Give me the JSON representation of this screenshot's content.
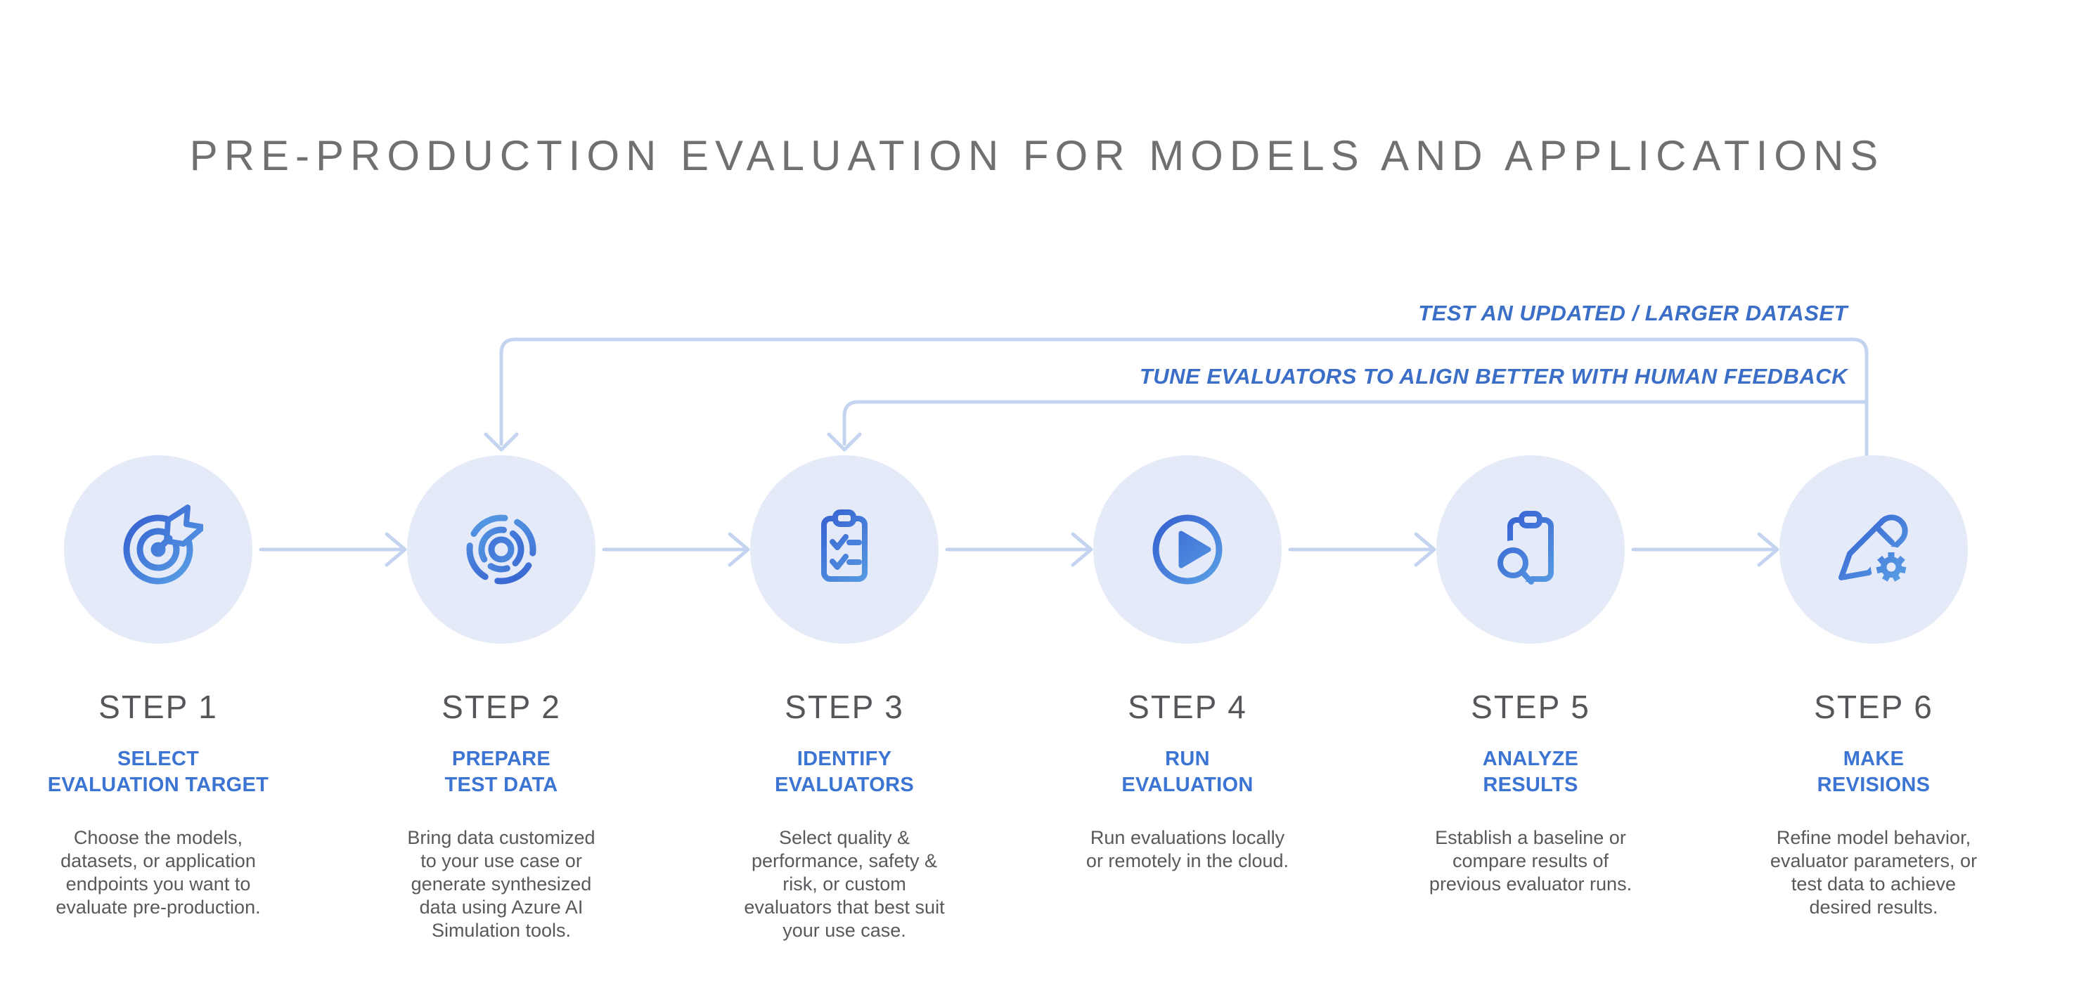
{
  "title": "PRE-PRODUCTION EVALUATION FOR MODELS AND APPLICATIONS",
  "feedback_loops": [
    {
      "label": "TEST AN UPDATED / LARGER DATASET",
      "from_step": "STEP 6",
      "to_step": "STEP 2"
    },
    {
      "label": "TUNE EVALUATORS TO ALIGN BETTER WITH HUMAN FEEDBACK",
      "from_step": "STEP 6",
      "to_step": "STEP 3"
    }
  ],
  "steps": [
    {
      "label": "STEP 1",
      "subtitle": "SELECT\nEVALUATION TARGET",
      "description": "Choose the models,\ndatasets, or application\nendpoints you want to\nevaluate pre-production.",
      "icon": "target-dart-icon"
    },
    {
      "label": "STEP 2",
      "subtitle": "PREPARE\nTEST DATA",
      "description": "Bring data customized\nto your use case or\ngenerate synthesized\ndata using Azure AI\nSimulation tools.",
      "icon": "radar-pulse-icon"
    },
    {
      "label": "STEP 3",
      "subtitle": "IDENTIFY\nEVALUATORS",
      "description": "Select quality &\nperformance, safety &\nrisk, or custom\nevaluators that best suit\nyour use case.",
      "icon": "checklist-clipboard-icon"
    },
    {
      "label": "STEP 4",
      "subtitle": "RUN\nEVALUATION",
      "description": "Run evaluations locally\nor remotely in the cloud.",
      "icon": "play-circle-icon"
    },
    {
      "label": "STEP 5",
      "subtitle": "ANALYZE\nRESULTS",
      "description": "Establish a baseline or\ncompare results of\nprevious evaluator runs.",
      "icon": "magnifier-clipboard-icon"
    },
    {
      "label": "STEP 6",
      "subtitle": "MAKE\nREVISIONS",
      "description": "Refine model behavior,\nevaluator parameters, or\ntest data to achieve\ndesired results.",
      "icon": "pencil-gear-icon"
    }
  ],
  "colors": {
    "title_gray": "#6f7072",
    "step_label_gray": "#545659",
    "subtitle_blue": "#3b74d2",
    "feedback_label_blue": "#3b6ec6",
    "description_gray": "#58595c",
    "arrow_line_blue": "#c4d4f0",
    "circle_background": "#e4eaf8",
    "icon_gradient_start": "#2f55cd",
    "icon_gradient_end": "#5fa9e8",
    "page_background": "#ffffff"
  }
}
